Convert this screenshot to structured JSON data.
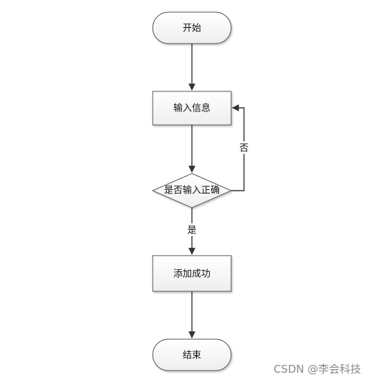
{
  "diagram": {
    "nodes": {
      "start": {
        "label": "开始"
      },
      "input": {
        "label": "输入信息"
      },
      "decision": {
        "label": "是否输入正确"
      },
      "success": {
        "label": "添加成功"
      },
      "end": {
        "label": "结束"
      }
    },
    "edges": {
      "no_label": "否",
      "yes_label": "是"
    }
  },
  "watermark": {
    "text": "CSDN @李会科技"
  }
}
